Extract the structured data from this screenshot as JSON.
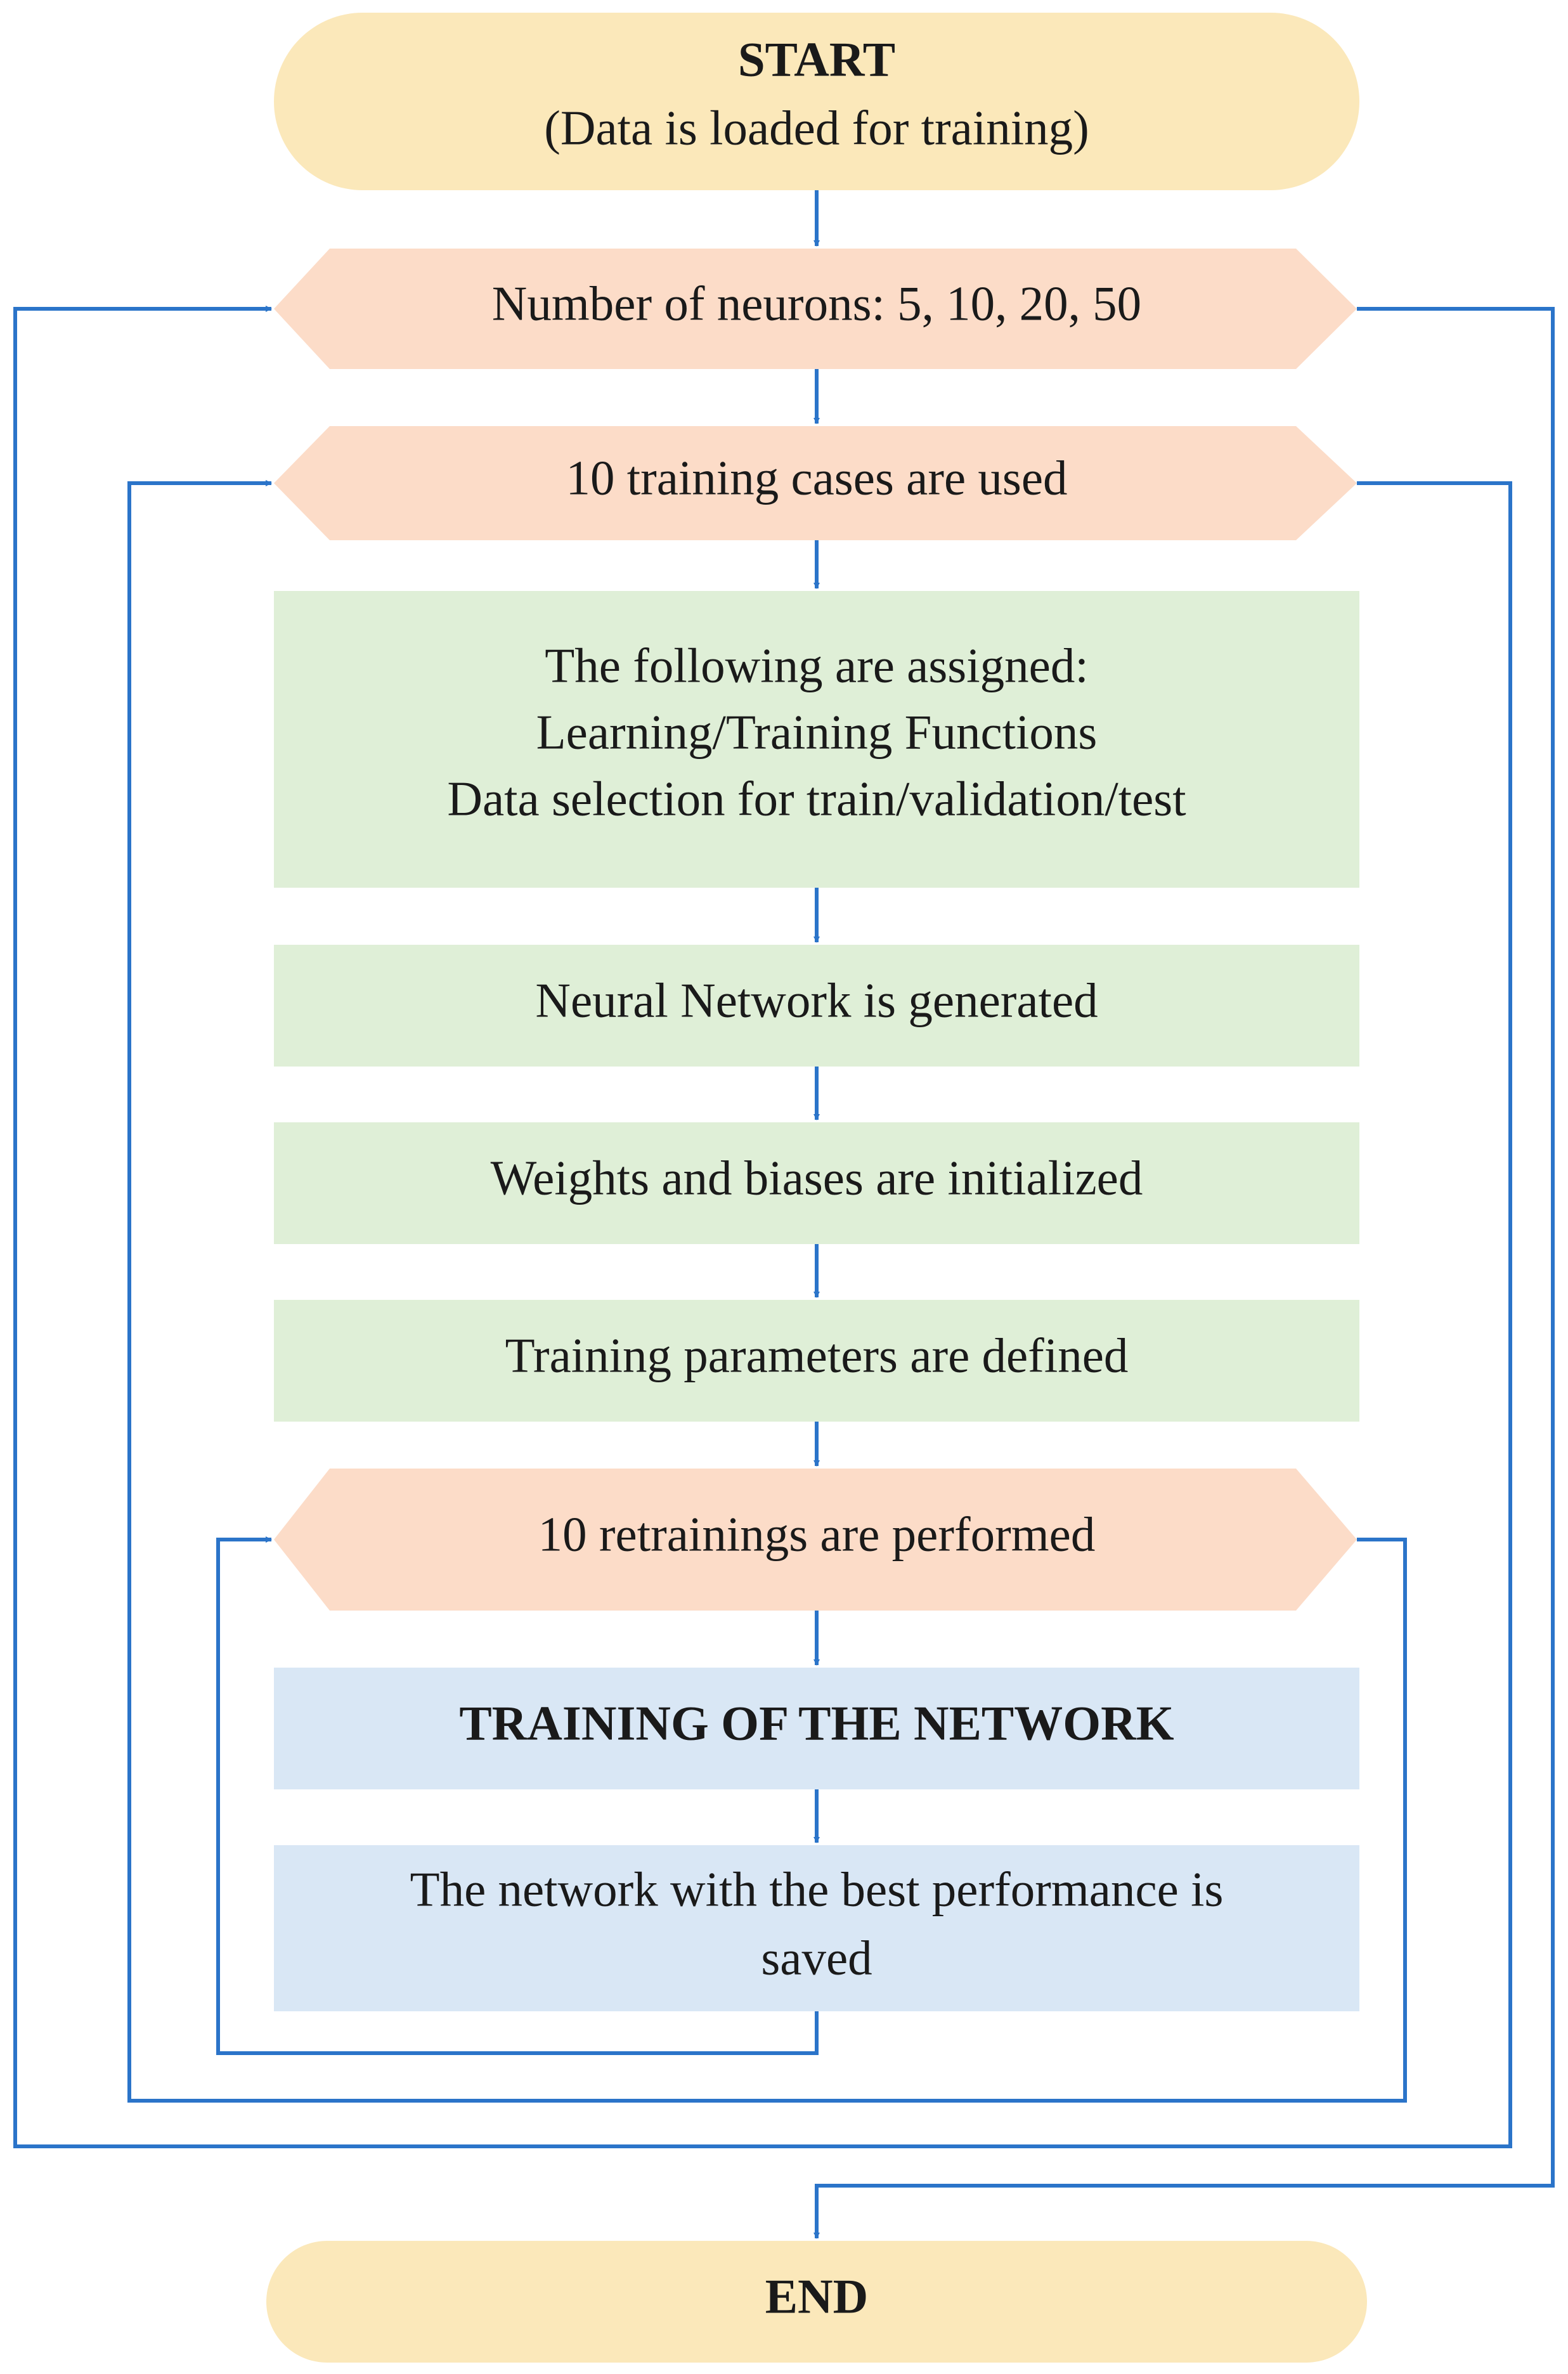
{
  "colors": {
    "terminator": "#fbe8ba",
    "loop": "#fcdcc8",
    "setup": "#dfefd7",
    "training": "#d9e7f5",
    "connector": "#2b74c9",
    "text": "#1a1a1a"
  },
  "start": {
    "title": "START",
    "subtitle": "(Data is loaded for training)"
  },
  "loops": {
    "neurons": "Number of neurons: 5, 10, 20, 50",
    "cases": "10 training cases are used",
    "retrainings": "10 retrainings are performed"
  },
  "steps": {
    "assign": {
      "line1": "The following are assigned:",
      "line2": "Learning/Training Functions",
      "line3": "Data selection for train/validation/test"
    },
    "generate": "Neural Network is generated",
    "init": "Weights and biases are initialized",
    "params": "Training parameters are defined",
    "train": "TRAINING OF THE NETWORK",
    "save": {
      "line1": "The network with the best performance is",
      "line2": "saved"
    }
  },
  "end": {
    "title": "END"
  }
}
